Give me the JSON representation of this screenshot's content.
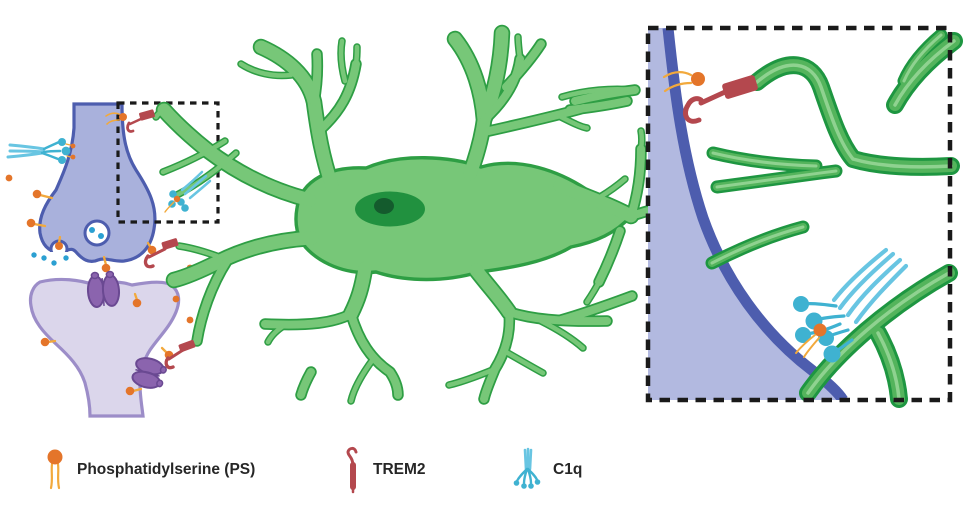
{
  "legend": {
    "items": [
      {
        "id": "ps",
        "label": "Phosphatidylserine (PS)"
      },
      {
        "id": "trem2",
        "label": "TREM2"
      },
      {
        "id": "c1q",
        "label": "C1q"
      }
    ]
  },
  "colors": {
    "microglia-fill": "#77C778",
    "microglia-outline": "#2E9E44",
    "inset-process-dark": "#1E9641",
    "inset-process-mid": "#54B45C",
    "process-core": "#8FD290",
    "nucleus-fill": "#21913F",
    "nucleolus-fill": "#145B2D",
    "presynaptic-fill": "#A9B1DC",
    "membrane-blue": "#4D5DAE",
    "postsynaptic-fill": "#DBD6EB",
    "postsynaptic-outline": "#9C8DC8",
    "receptor-fill": "#8B64AE",
    "receptor-outline": "#6A4992",
    "ps-orange": "#E4752A",
    "ps-tail-yellow": "#F2A93C",
    "trem2-red": "#B4484E",
    "c1q-light": "#68C5E2",
    "c1q-dark": "#3FB2D1",
    "vesicle-dot-blue": "#2BA0D2",
    "inset-fill": "#B2B9E0",
    "dash-border": "#1A1A1A",
    "label-text": "#262626"
  }
}
